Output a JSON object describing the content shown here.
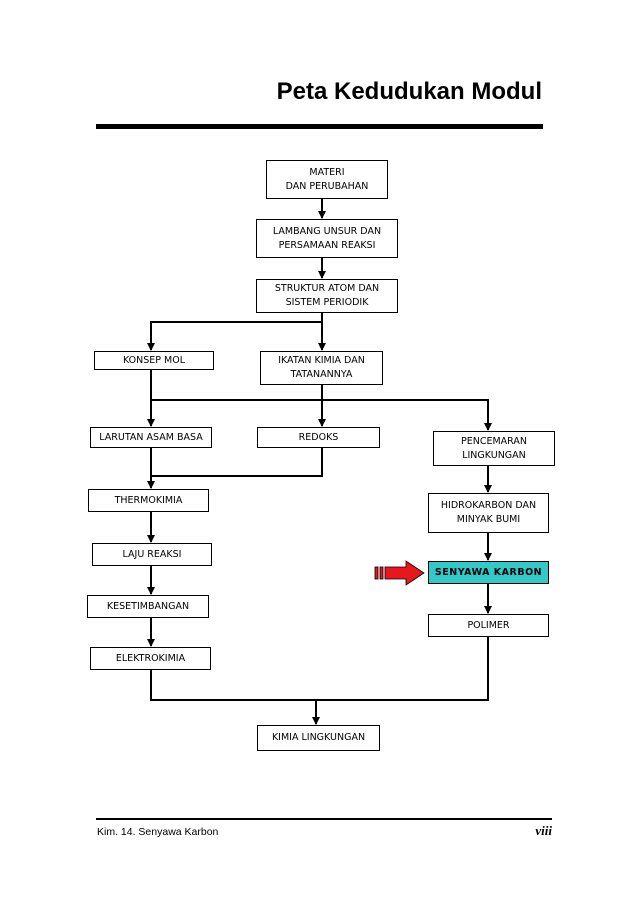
{
  "title": "Peta Kedudukan Modul",
  "nodes": {
    "materi": "MATERI\nDAN PERUBAHAN",
    "lambang": "LAMBANG UNSUR DAN\nPERSAMAAN REAKSI",
    "struktur": "STRUKTUR ATOM DAN\nSISTEM PERIODIK",
    "konsep_mol": "KONSEP MOL",
    "ikatan": "IKATAN KIMIA DAN\nTATANANNYA",
    "larutan": "LARUTAN ASAM BASA",
    "redoks": "REDOKS",
    "pencemaran": "PENCEMARAN\nLINGKUNGAN",
    "thermokimia": "THERMOKIMIA",
    "hidrokarbon": "HIDROKARBON DAN\nMINYAK BUMI",
    "laju": "LAJU REAKSI",
    "senyawa": "SENYAWA KARBON",
    "kesetimbangan": "KESETIMBANGAN",
    "polimer": "POLIMER",
    "elektrokimia": "ELEKTROKIMIA",
    "kimia_lingkungan": "KIMIA LINGKUNGAN"
  },
  "colors": {
    "highlight_fill": "#33c9c9",
    "pointer_arrow": "#e8161d"
  },
  "footer": {
    "left": "Kim.  14.  Senyawa Karbon",
    "right": "viii"
  }
}
